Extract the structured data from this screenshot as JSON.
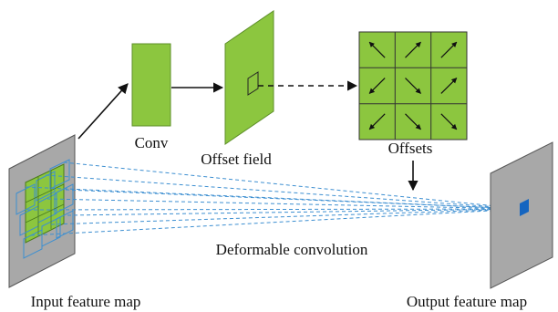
{
  "labels": {
    "conv": "Conv",
    "offset_field": "Offset field",
    "offsets": "Offsets",
    "deformable_convolution": "Deformable convolution",
    "input_feature_map": "Input feature map",
    "output_feature_map": "Output feature map"
  },
  "colors": {
    "green": "#8cc63f",
    "gray": "#a8a8a8",
    "blue_cell": "#1565c0",
    "blue_line": "#3d8fd1",
    "outline": "#333333"
  },
  "offset_arrows": [
    "up-left",
    "up-right",
    "up-right",
    "down-left",
    "down-right",
    "up-right",
    "down-left",
    "down-right",
    "down-right"
  ]
}
